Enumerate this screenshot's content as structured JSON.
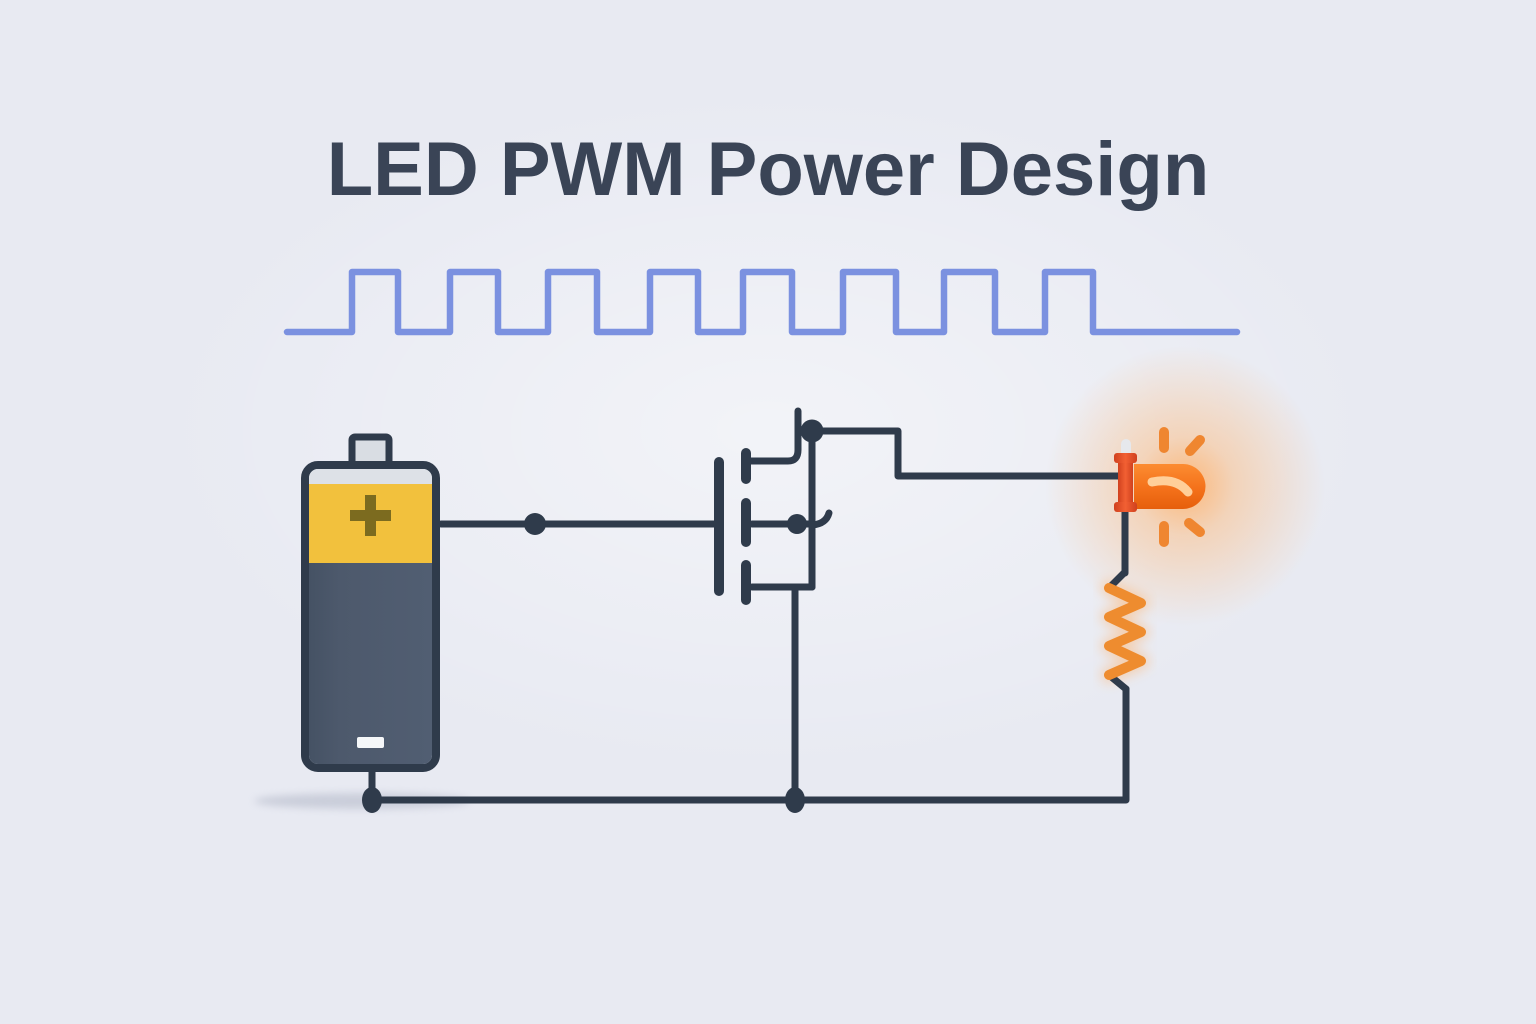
{
  "title": "LED PWM Power Design",
  "colors": {
    "background": "#e8eaf2",
    "title": "#3a4456",
    "wire": "#2f3b4b",
    "wave": "#7b91e0",
    "battery-yellow": "#f2c13d",
    "battery-dark": "#4d596c",
    "battery-strip": "#dde1e7",
    "battery-terminal": "#d9dde3",
    "battery-plus": "#7c6b1f",
    "battery-minus": "#f5f7f9",
    "led-dome-light": "#fc8c31",
    "led-dome": "#f4711a",
    "led-dome-dark": "#e65f0c",
    "led-flange": "#d0411e",
    "led-flange-light": "#f26033",
    "led-highlight": "#ffd4a0",
    "led-stub": "#e6e8ec",
    "glow": "#ffae63",
    "ray": "#ef8630",
    "resistor": "#ee8c2f",
    "shadow": "#9aa0b4"
  },
  "waveform": {
    "type": "pwm-square-wave",
    "pulse_count": 8,
    "duty_cycle_percent": 48
  },
  "battery": {
    "plus_symbol": "+",
    "minus_symbol": "−"
  },
  "icons": {
    "battery-icon": "svg-shape",
    "pwm-waveform-icon": "svg-shape",
    "mosfet-icon": "svg-shape",
    "led-icon": "svg-shape",
    "resistor-icon": "svg-shape",
    "junction-dot-icon": "svg-shape"
  }
}
